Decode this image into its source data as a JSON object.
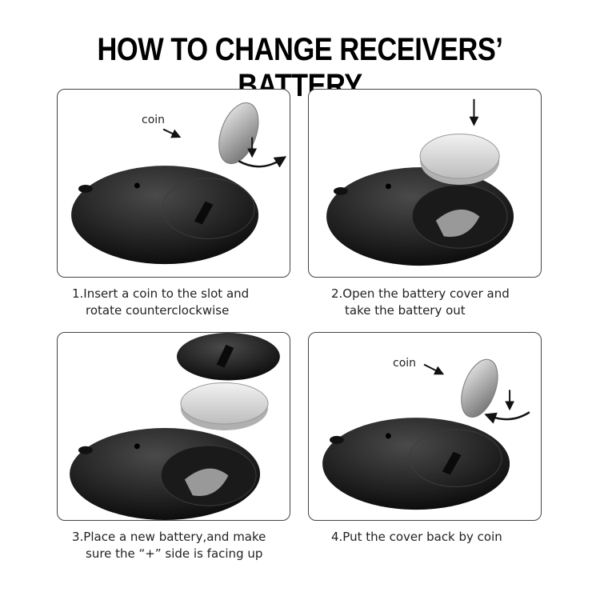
{
  "title": "HOW TO CHANGE RECEIVERS’ BATTERY",
  "steps": [
    {
      "line1": "1.Insert a coin to the slot and",
      "line2": "rotate counterclockwise",
      "coin_label": "coin"
    },
    {
      "line1": "2.Open the battery cover and",
      "line2": "take the battery out"
    },
    {
      "line1": "3.Place a new battery,and make",
      "line2": "sure the “+” side is facing up"
    },
    {
      "line1": "4.Put the cover back by coin",
      "coin_label": "coin"
    }
  ],
  "colors": {
    "device": "#2a2a2a",
    "border": "#444444",
    "coin": "#b8b8b8"
  }
}
